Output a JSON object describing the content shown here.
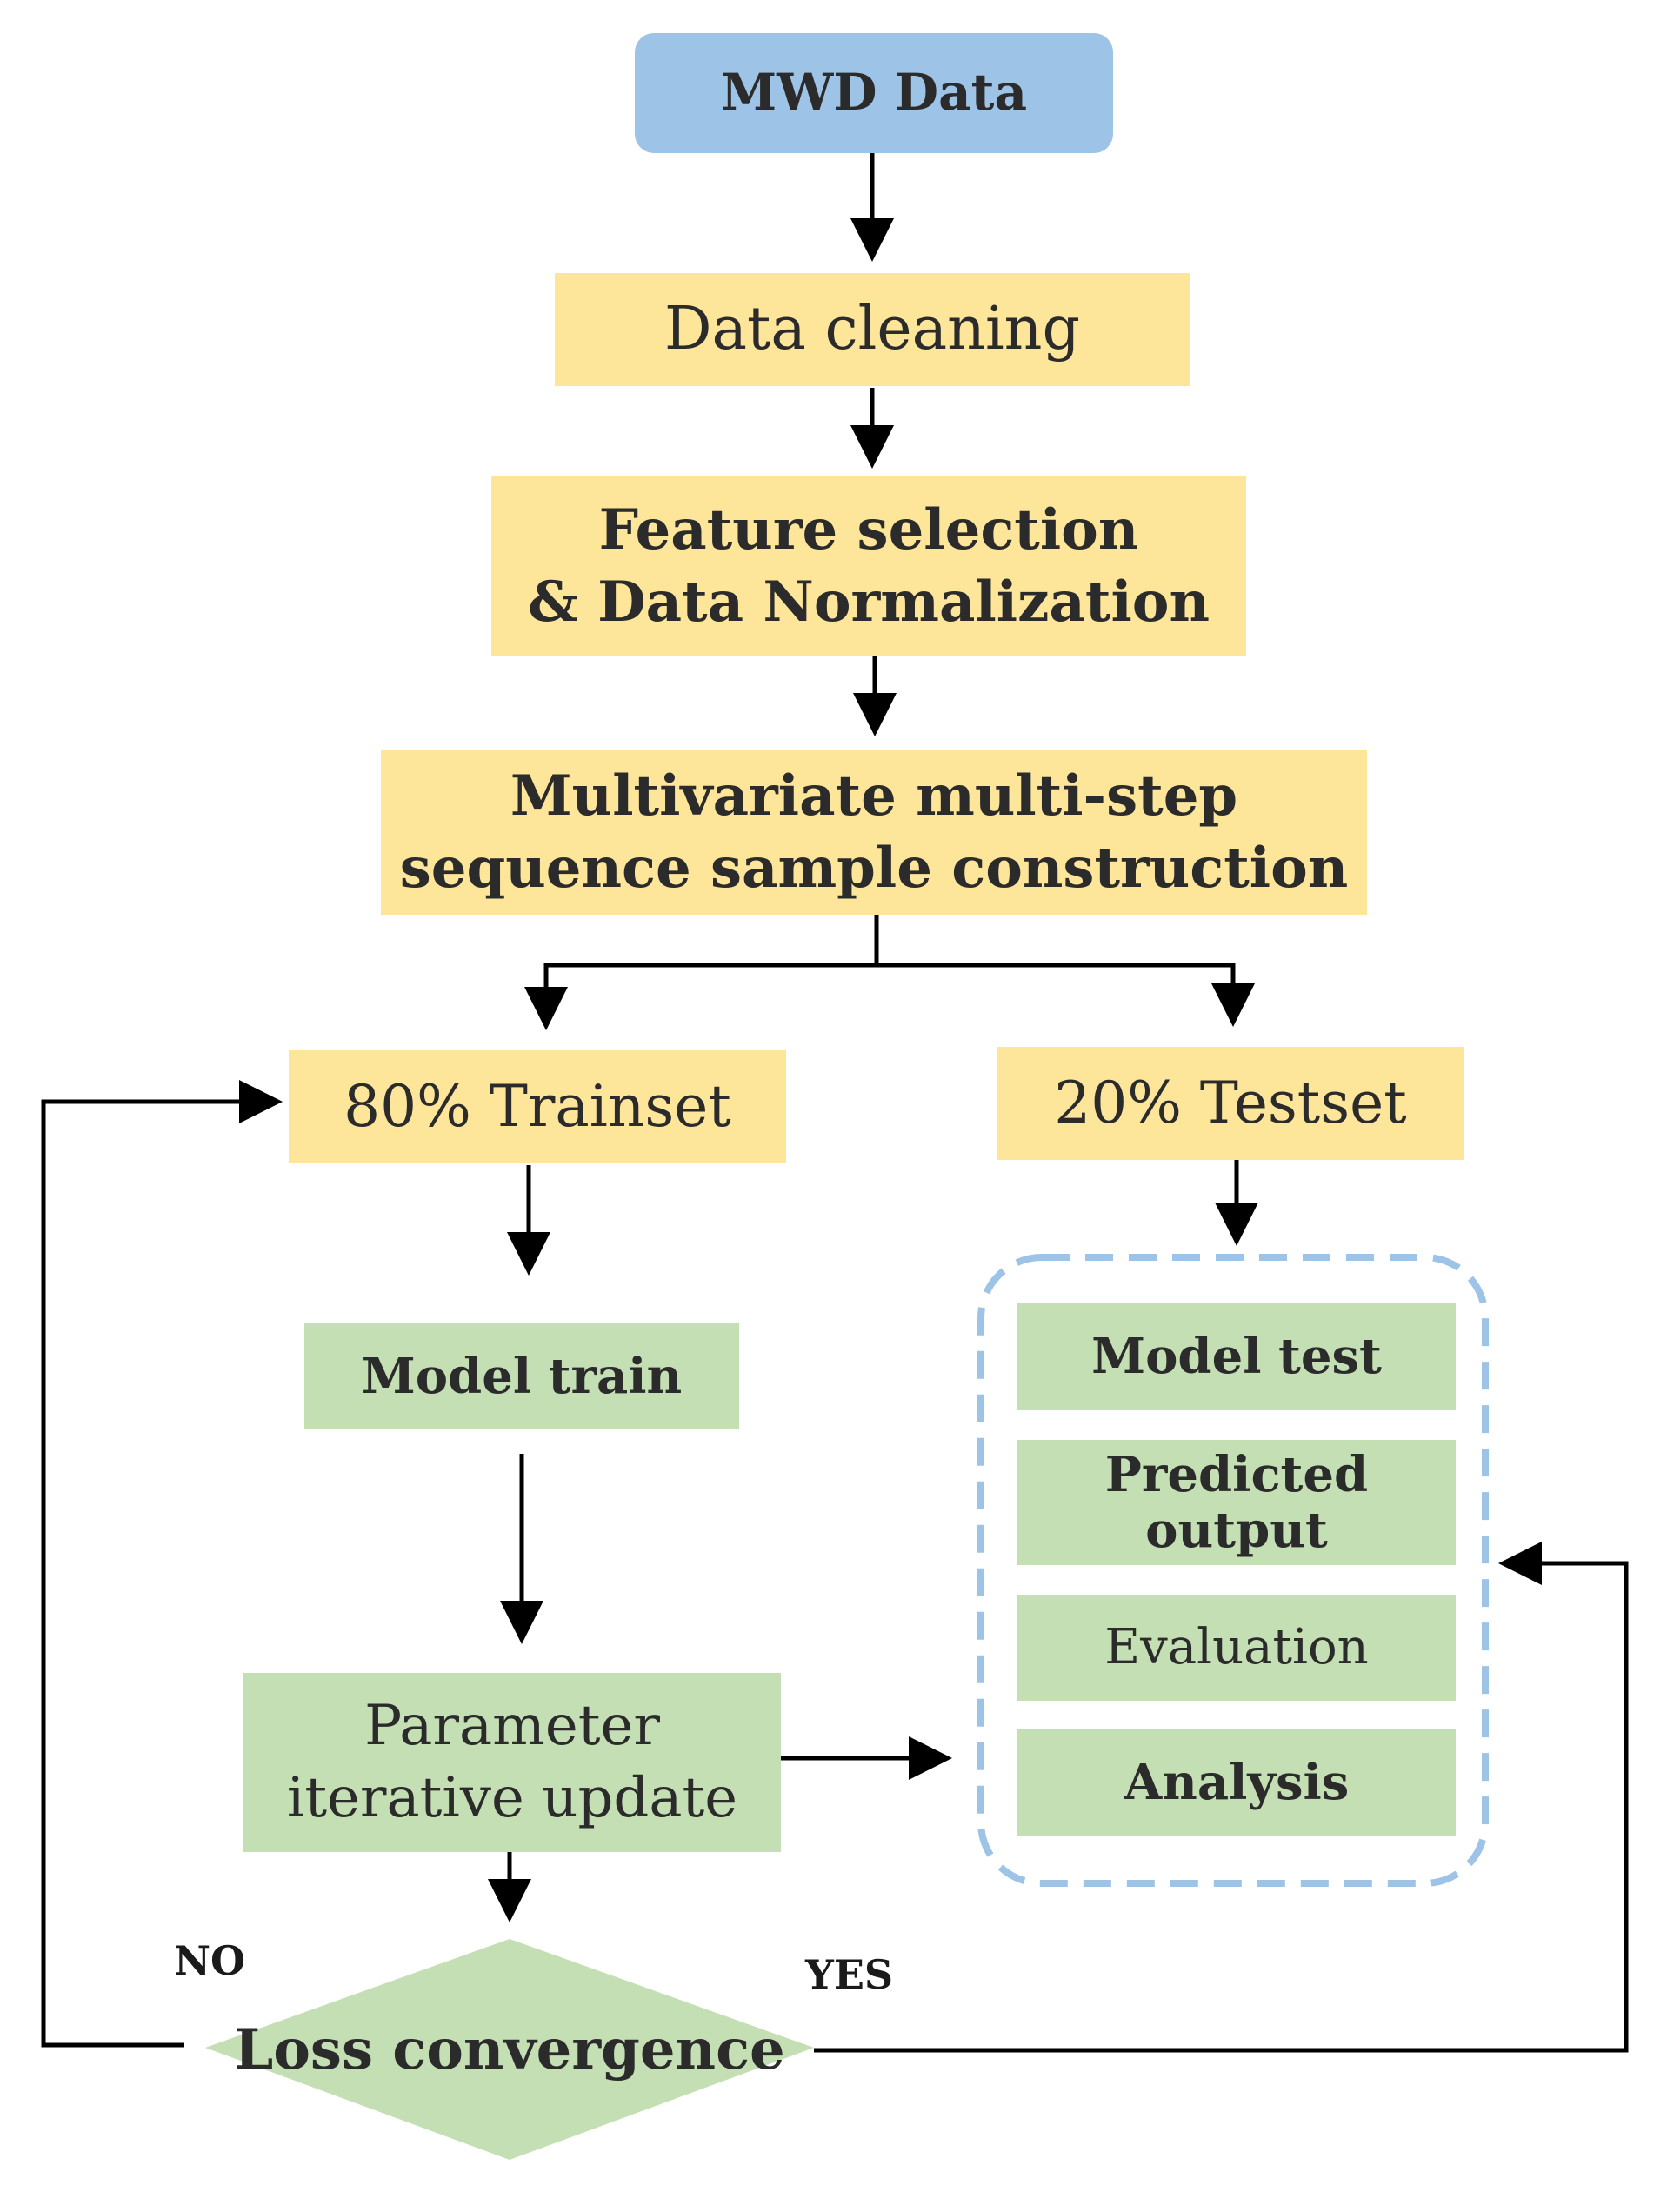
{
  "nodes": {
    "mwd_data": {
      "lines": [
        "MWD Data"
      ]
    },
    "data_cleaning": {
      "lines": [
        "Data cleaning"
      ]
    },
    "feature_selection": {
      "lines": [
        "Feature selection",
        "& Data Normalization"
      ]
    },
    "sample_construction": {
      "lines": [
        "Multivariate multi-step",
        "sequence sample construction"
      ]
    },
    "trainset": {
      "lines": [
        "80% Trainset"
      ]
    },
    "testset": {
      "lines": [
        "20% Testset"
      ]
    },
    "model_train": {
      "lines": [
        "Model train"
      ]
    },
    "parameter_update": {
      "lines": [
        "Parameter",
        "iterative update"
      ]
    },
    "loss_convergence": {
      "lines": [
        "Loss convergence"
      ]
    },
    "model_test": {
      "lines": [
        "Model test"
      ]
    },
    "predicted_output": {
      "lines": [
        "Predicted",
        "output"
      ]
    },
    "evaluation": {
      "lines": [
        "Evaluation"
      ]
    },
    "analysis": {
      "lines": [
        "Analysis"
      ]
    }
  },
  "edge_labels": {
    "no": "NO",
    "yes": "YES"
  },
  "edges": [
    {
      "from": "mwd_data",
      "to": "data_cleaning"
    },
    {
      "from": "data_cleaning",
      "to": "feature_selection"
    },
    {
      "from": "feature_selection",
      "to": "sample_construction"
    },
    {
      "from": "sample_construction",
      "to": "trainset"
    },
    {
      "from": "sample_construction",
      "to": "testset"
    },
    {
      "from": "trainset",
      "to": "model_train"
    },
    {
      "from": "testset",
      "to": "evaluation_group"
    },
    {
      "from": "model_train",
      "to": "parameter_update"
    },
    {
      "from": "parameter_update",
      "to": "evaluation_group"
    },
    {
      "from": "parameter_update",
      "to": "loss_convergence"
    },
    {
      "from": "loss_convergence",
      "to": "trainset",
      "label": "NO"
    },
    {
      "from": "loss_convergence",
      "to": "evaluation_group",
      "label": "YES"
    }
  ],
  "colors": {
    "start": "#9dc3e6",
    "process": "#fde59a",
    "model": "#c5dfb4",
    "group_border": "#9dc3e6",
    "line": "#000000"
  }
}
